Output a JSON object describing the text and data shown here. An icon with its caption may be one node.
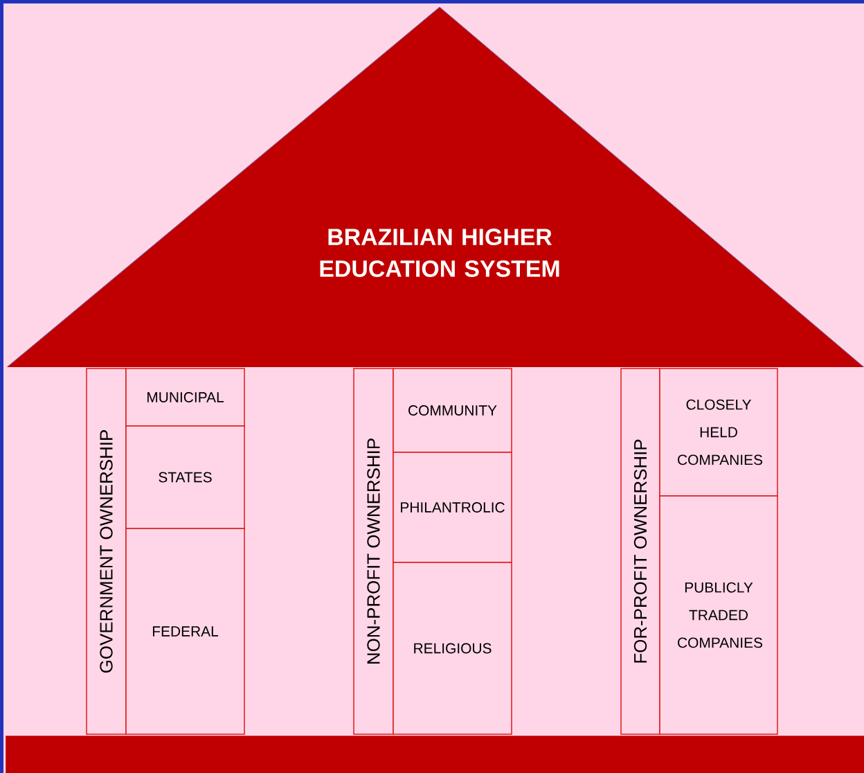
{
  "diagram": {
    "nodes": [
      {
        "text": [
          "BRAZILIAN HIGHER EDUCATION SYSTEM"
        ]
      },
      {
        "text": [
          "GOVERNMENT OWNERSHIP"
        ]
      },
      {
        "text": [
          "MUNICIPAL"
        ]
      },
      {
        "text": [
          "STATES"
        ]
      },
      {
        "text": [
          "FEDERAL"
        ]
      },
      {
        "text": [
          "NON-PROFIT OWNERSHIP"
        ]
      },
      {
        "text": [
          "COMMUNITY"
        ]
      },
      {
        "text": [
          "PHILANTROLIC"
        ]
      },
      {
        "text": [
          "RELIGIOUS"
        ]
      },
      {
        "text": [
          "FOR-PROFIT OWNERSHIP"
        ]
      },
      {
        "text": [
          "CLOSELY HELD COMPANIES"
        ]
      },
      {
        "text": [
          "PUBLICLY TRADED COMPANIES"
        ]
      },
      {
        "text": [],
        "shape": "bar"
      }
    ]
  }
}
